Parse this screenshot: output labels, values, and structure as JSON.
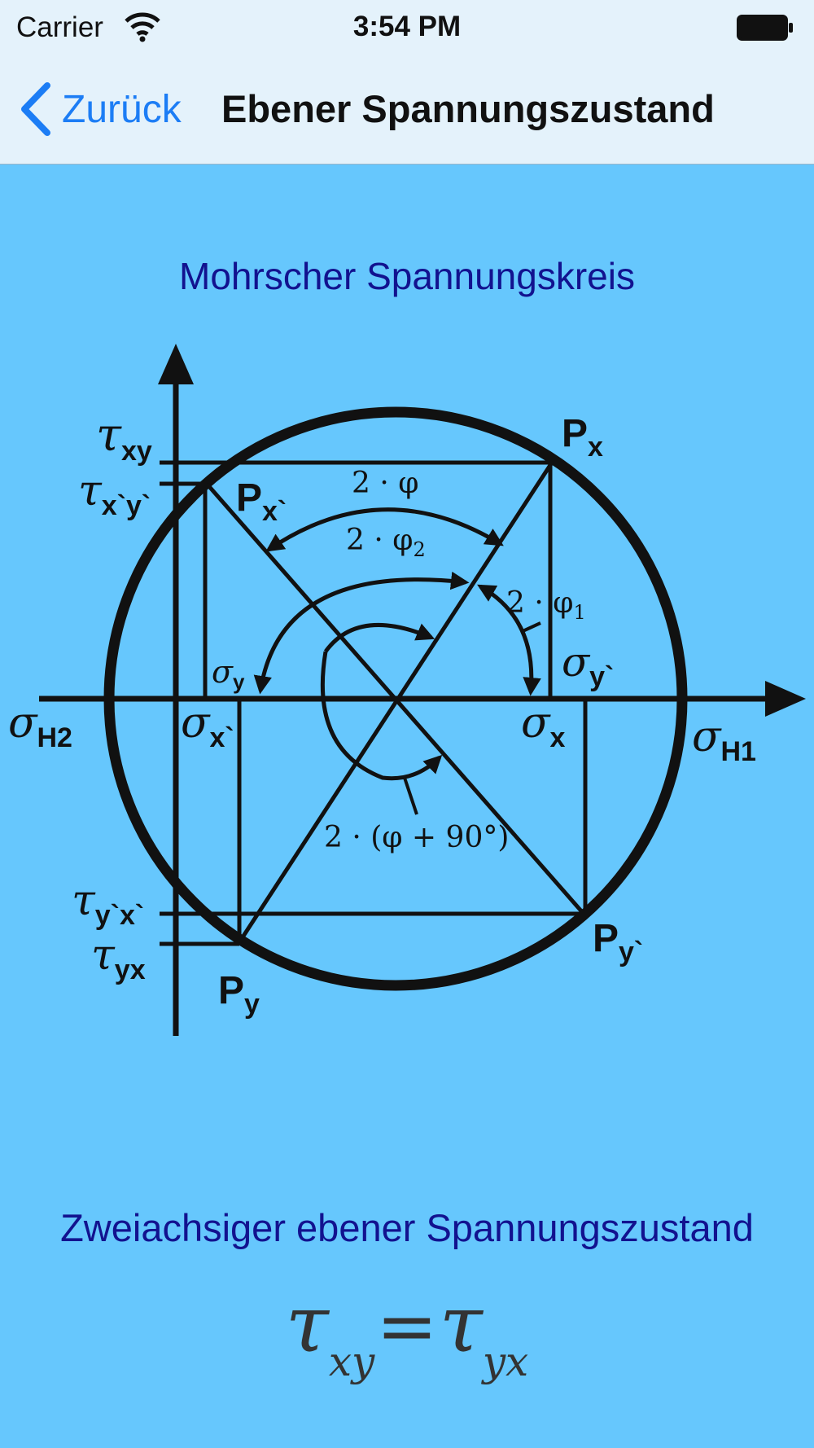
{
  "status_bar": {
    "carrier": "Carrier",
    "time": "3:54 PM",
    "wifi_icon": "wifi-icon",
    "battery_icon": "battery-icon"
  },
  "nav": {
    "back_label": "Zurück",
    "back_icon": "chevron-left-icon",
    "title": "Ebener Spannungszustand"
  },
  "heading": "Mohrscher Spannungskreis",
  "diagram": {
    "tau_xy": "xy",
    "tau_xpyp": "x`y`",
    "tau_ypxp": "y`x`",
    "tau_yx": "yx",
    "p_x": "x",
    "p_xp": "x`",
    "p_y": "y",
    "p_yp": "y`",
    "sigma_h1": "H1",
    "sigma_h2": "H2",
    "sigma_xp": "x`",
    "sigma_x": "x",
    "sigma_y": "y",
    "sigma_yp": "y`",
    "angle_2phi": "2 · φ",
    "angle_2phi2": "2 · φ",
    "angle_2phi2_sub": "2",
    "angle_2phi1": "2 · φ",
    "angle_2phi1_sub": "1",
    "angle_2phi90": "2 · (φ + 90°)"
  },
  "caption": "Zweiachsiger ebener Spannungszustand",
  "formula": {
    "tau": "τ",
    "left_sub": "xy",
    "equals": "=",
    "right_sub": "yx"
  },
  "colors": {
    "background": "#66c7fd",
    "bars": "#e4f2fb",
    "accent": "#1c7df5",
    "heading": "#12128f"
  }
}
